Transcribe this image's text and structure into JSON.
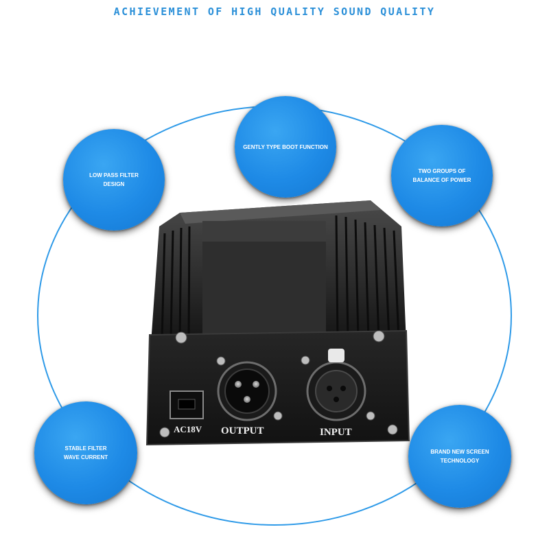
{
  "title": "ACHIEVEMENT OF HIGH QUALITY SOUND QUALITY",
  "features": {
    "gently": "GENTLY TYPE BOOT FUNCTION",
    "low_pass": "LOW PASS FILTER DESIGN",
    "balance": "TWO GROUPS OF BALANCE OF POWER",
    "stable": "STABLE FILTER WAVE CURRENT",
    "screen": "BRAND NEW SCREEN TECHNOLOGY"
  },
  "device": {
    "power_label": "AC18V",
    "output_label": "OUTPUT",
    "input_label": "INPUT"
  },
  "colors": {
    "accent": "#2a8fd8",
    "bubble": "#1e8ae6",
    "device_body": "#1b1b1b"
  }
}
